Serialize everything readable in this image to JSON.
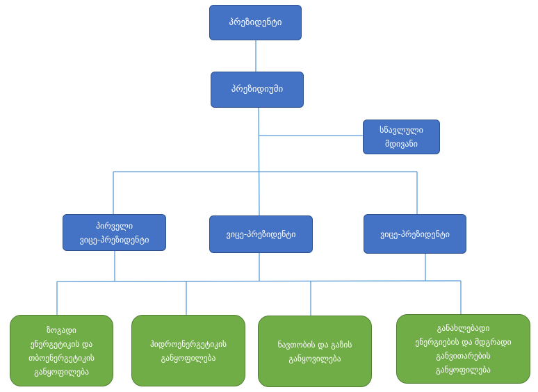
{
  "president": {
    "label": "პრეზიდენტი"
  },
  "presidium": {
    "label": "პრეზიდიუმი"
  },
  "secretary": {
    "lines": [
      "სწავლული",
      "მდივანი"
    ]
  },
  "vice_presidents": [
    {
      "lines": [
        "პირველი",
        "ვიცე-პრეზიდენტი"
      ]
    },
    {
      "lines": [
        "ვიცე-პრეზიდენტი"
      ]
    },
    {
      "lines": [
        "ვიცე-პრეზიდენტი"
      ]
    }
  ],
  "departments": [
    {
      "lines": [
        "ზოგადი",
        "ენერგეტიკის და",
        "თბოენერგეტიკის",
        "განყოფილება"
      ]
    },
    {
      "lines": [
        "ჰიდროენერგეტიკის",
        "განყოფილება"
      ]
    },
    {
      "lines": [
        "ნავთობის და გაზის",
        "განყოვილება"
      ]
    },
    {
      "lines": [
        "განახლებადი",
        "ენერგიების და მდგრადი",
        "განვითარების",
        "განყოფილება"
      ]
    }
  ],
  "colors": {
    "box_blue": "#4472c4",
    "box_green": "#70ad47",
    "connector": "#5b9bd5"
  }
}
